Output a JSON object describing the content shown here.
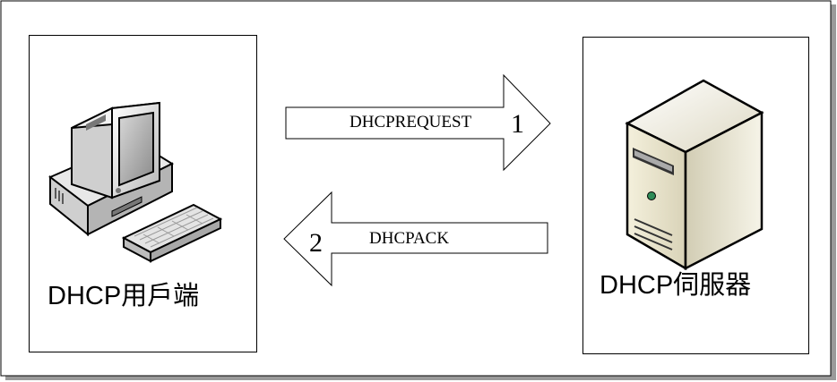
{
  "client": {
    "label": "DHCP用戶端",
    "icon": "desktop-computer-icon"
  },
  "server": {
    "label": "DHCP伺服器",
    "icon": "tower-server-icon"
  },
  "messages": [
    {
      "step": "1",
      "name": "DHCPREQUEST",
      "direction": "client-to-server"
    },
    {
      "step": "2",
      "name": "DHCPACK",
      "direction": "server-to-client"
    }
  ]
}
